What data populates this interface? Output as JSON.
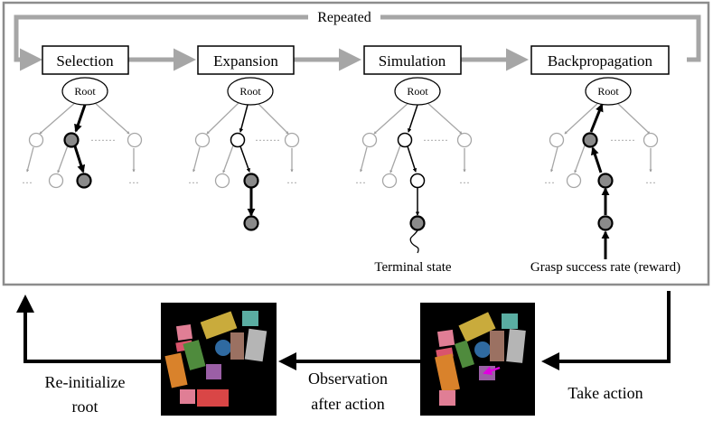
{
  "loop_label": "Repeated",
  "stages": [
    {
      "label": "Selection",
      "root": "Root"
    },
    {
      "label": "Expansion",
      "root": "Root"
    },
    {
      "label": "Simulation",
      "root": "Root",
      "caption": "Terminal state"
    },
    {
      "label": "Backpropagation",
      "root": "Root",
      "caption": "Grasp success rate (reward)"
    }
  ],
  "tree": {
    "ellipsis": "·······",
    "leaf_ellipsis": "···"
  },
  "bottom": {
    "take_action": "Take action",
    "observation_line1": "Observation",
    "observation_line2": "after action",
    "reinit_line1": "Re-initialize",
    "reinit_line2": "root"
  },
  "colors": {
    "frame": "#8c8c8c",
    "highlight_node": "#8a8a8a",
    "grey_edge": "#a6a6a6",
    "push_arrow": "#e000e0"
  }
}
